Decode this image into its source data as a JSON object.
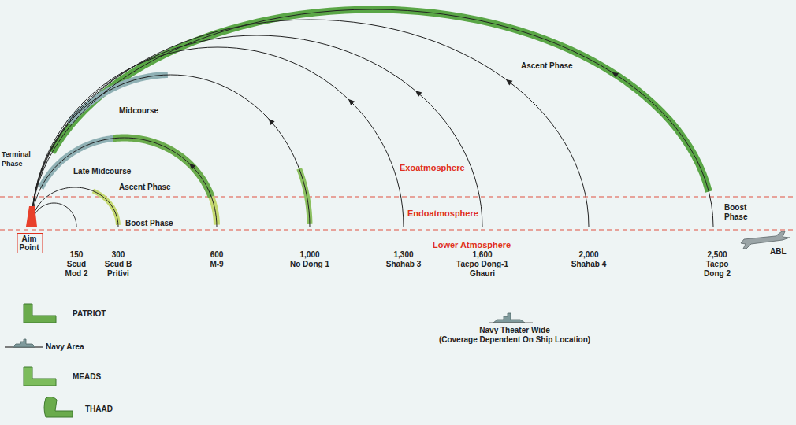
{
  "diagram": {
    "nodes": [
      {
        "text": [
          "Aim Point"
        ]
      }
    ],
    "edges": [],
    "labels": [
      "Terminal Phase",
      "Midcourse",
      "Late Midcourse",
      "Ascent Phase",
      "Boost Phase",
      "Exoatmosphere",
      "Endoatmosphere",
      "Lower Atmosphere",
      "150",
      "Scud",
      "Mod 2",
      "300",
      "Scud B",
      "Pritivi",
      "600",
      "M-9",
      "1,000",
      "No Dong 1",
      "1,300",
      "Shahab 3",
      "1,600",
      "Taepo Dong-1",
      "Ghauri",
      "2,000",
      "Shahab 4",
      "2,500",
      "Taepo",
      "Dong 2",
      "Ascent Phase",
      "Boost Phase",
      "ABL",
      "(Coverage Dependent On Ship Location)"
    ],
    "legend": [
      {
        "text": "PATRIOT"
      },
      {
        "text": "Navy Area"
      },
      {
        "text": "MEADS"
      },
      {
        "text": "THAAD"
      },
      {
        "text": "Navy Theater Wide"
      }
    ]
  }
}
